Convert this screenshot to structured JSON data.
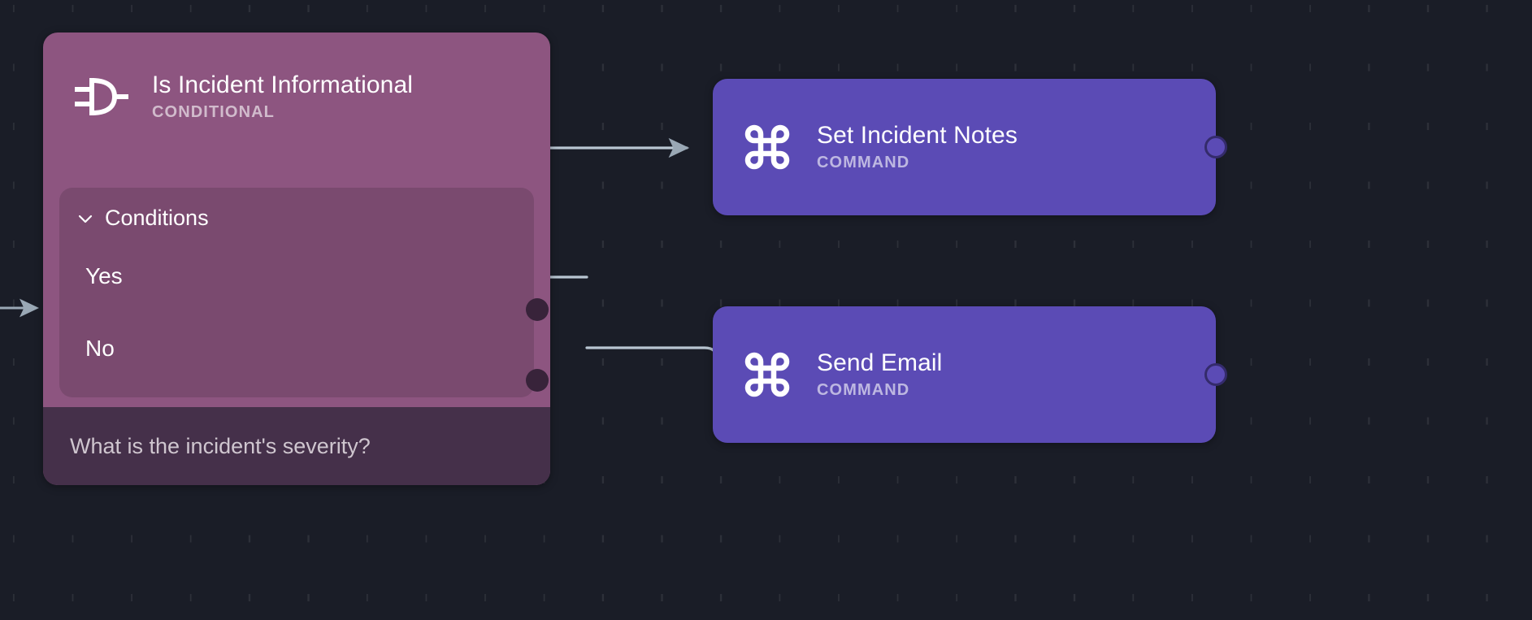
{
  "canvas": {
    "background_color": "#1a1d27",
    "grid": "dash-grid"
  },
  "nodes": [
    {
      "id": "conditional",
      "title": "Is Incident Informational",
      "subtitle": "CONDITIONAL",
      "icon": "logic-gate-icon",
      "color": "#8d5580",
      "panel": {
        "label": "Conditions",
        "collapse_icon": "chevron-down-icon",
        "rows": [
          {
            "label": "Yes",
            "port": "port-yes"
          },
          {
            "label": "No",
            "port": "port-no"
          }
        ]
      },
      "footer_text": "What is the incident's severity?"
    },
    {
      "id": "command-1",
      "title": "Set Incident Notes",
      "subtitle": "COMMAND",
      "icon": "command-icon",
      "color": "#5b4bb5"
    },
    {
      "id": "command-2",
      "title": "Send Email",
      "subtitle": "COMMAND",
      "icon": "command-icon",
      "color": "#5b4bb5"
    }
  ],
  "edges": [
    {
      "id": "edge-input",
      "from": "canvas-left",
      "to": "conditional"
    },
    {
      "id": "edge-yes",
      "from": "conditional.yes",
      "to": "command-1"
    },
    {
      "id": "edge-no",
      "from": "conditional.no",
      "to": "command-2"
    }
  ],
  "colors": {
    "canvas_bg": "#1a1d27",
    "conditional_bg": "#8d5580",
    "conditional_footer": "#45304a",
    "command_bg": "#5b4bb5",
    "port_dark": "#38233a",
    "edge_line": "#a8b4c0"
  }
}
